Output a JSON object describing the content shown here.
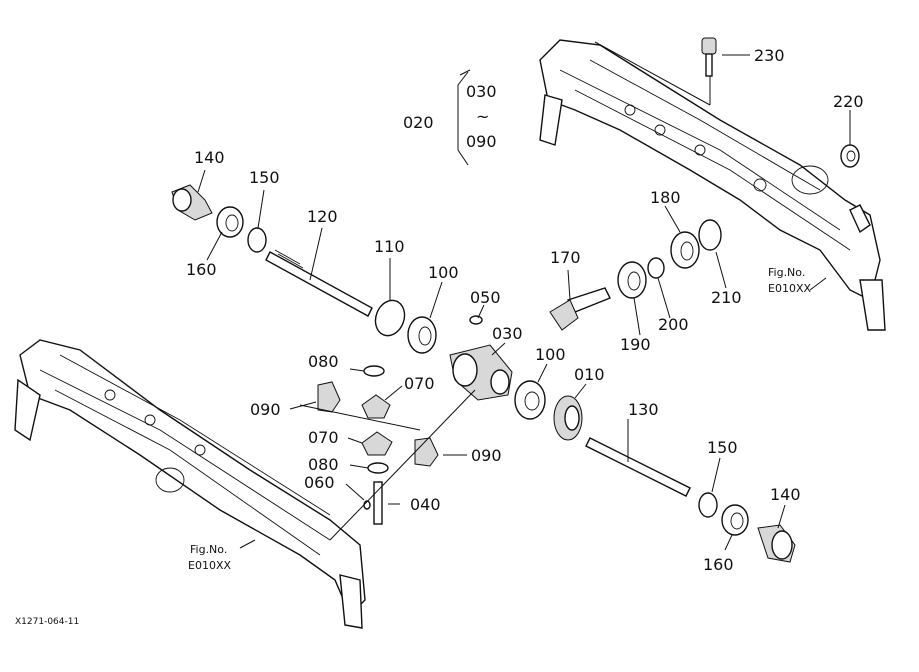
{
  "labels": {
    "p140a": "140",
    "p150a": "150",
    "p160a": "160",
    "p120": "120",
    "p110": "110",
    "p100a": "100",
    "p050": "050",
    "p030": "030",
    "p020": "020",
    "p030r": "030",
    "p090r": "090",
    "tilde": "~",
    "p080a": "080",
    "p070a": "070",
    "p090a": "090",
    "p070b": "070",
    "p080b": "080",
    "p060": "060",
    "p040": "040",
    "p090b": "090",
    "p100b": "100",
    "p010": "010",
    "p130": "130",
    "p150b": "150",
    "p140b": "140",
    "p160b": "160",
    "p170": "170",
    "p180": "180",
    "p190": "190",
    "p200": "200",
    "p210": "210",
    "p220": "220",
    "p230": "230"
  },
  "fig_refs": {
    "left_line1": "Fig.No.",
    "left_line2": "E010XX",
    "right_line1": "Fig.No.",
    "right_line2": "E010XX"
  },
  "drawing_ref": "X1271-064-11"
}
